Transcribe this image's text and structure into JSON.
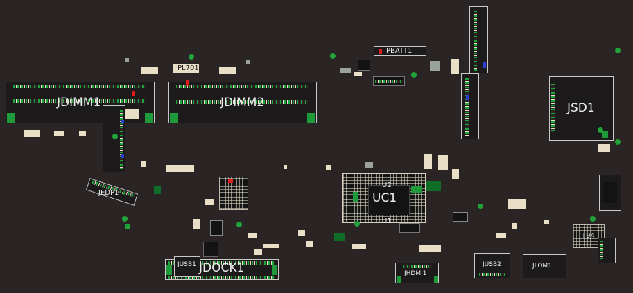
{
  "board": {
    "background": "#2b2424",
    "copper_color": "#1f9a3a",
    "silk_color": "#ececec"
  },
  "labels": {
    "jdimm1": "JDIMM1",
    "jdimm2": "JDIMM2",
    "pl701": "PL701",
    "pbatt1": "PBATT1",
    "jsd1": "JSD1",
    "jedp1": "JEDP1",
    "u2": "U2",
    "uc1": "UC1",
    "u1": "U1",
    "t94": "T94",
    "jusb1": "JUSB1",
    "jdock1": "JDOCK1",
    "jhdmi1": "JHDMI1",
    "jusb2": "JUSB2",
    "jlom1": "JLOM1"
  }
}
